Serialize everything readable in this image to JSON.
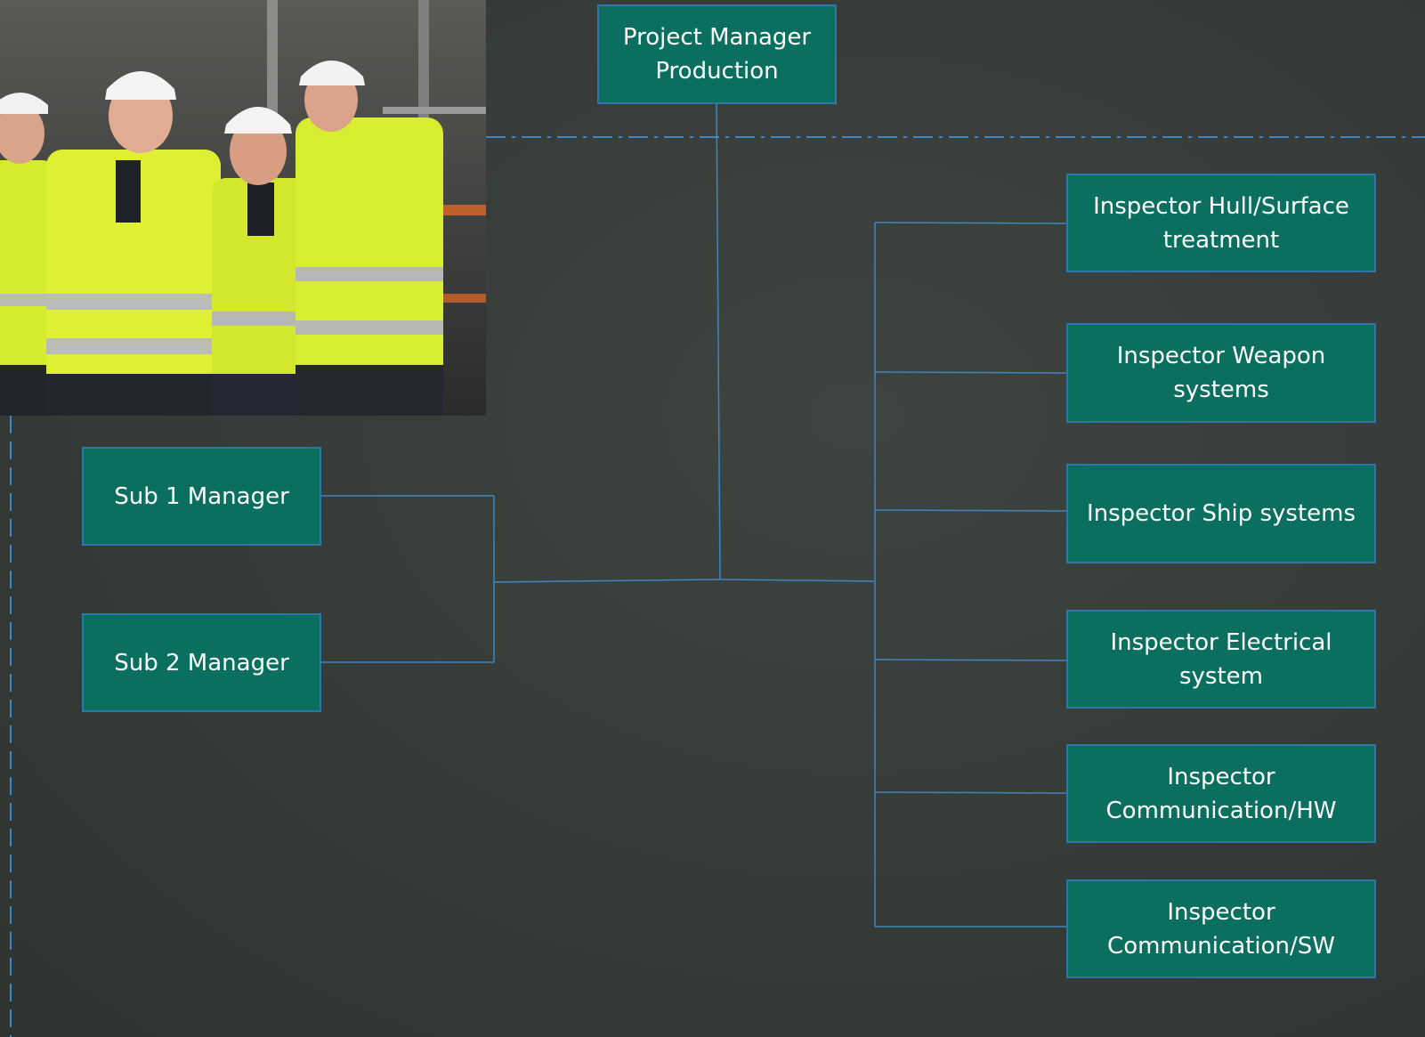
{
  "org_chart": {
    "top": {
      "label": "Project Manager\nProduction"
    },
    "left_branch": [
      {
        "label": "Sub 1 Manager"
      },
      {
        "label": "Sub 2 Manager"
      }
    ],
    "right_branch": [
      {
        "label": "Inspector Hull/Surface\ntreatment"
      },
      {
        "label": "Inspector Weapon\nsystems"
      },
      {
        "label": "Inspector Ship systems"
      },
      {
        "label": "Inspector Electrical\nsystem"
      },
      {
        "label": "Inspector\nCommunication/HW"
      },
      {
        "label": "Inspector\nCommunication/SW"
      }
    ]
  },
  "colors": {
    "box_fill": "#0b6f5f",
    "box_border": "#2f76a8",
    "connector": "#3d86c2",
    "dashed_line": "#3d86c2",
    "background": "#363b37"
  },
  "photo": {
    "icon": "team-photo-workers-hi-vis"
  }
}
